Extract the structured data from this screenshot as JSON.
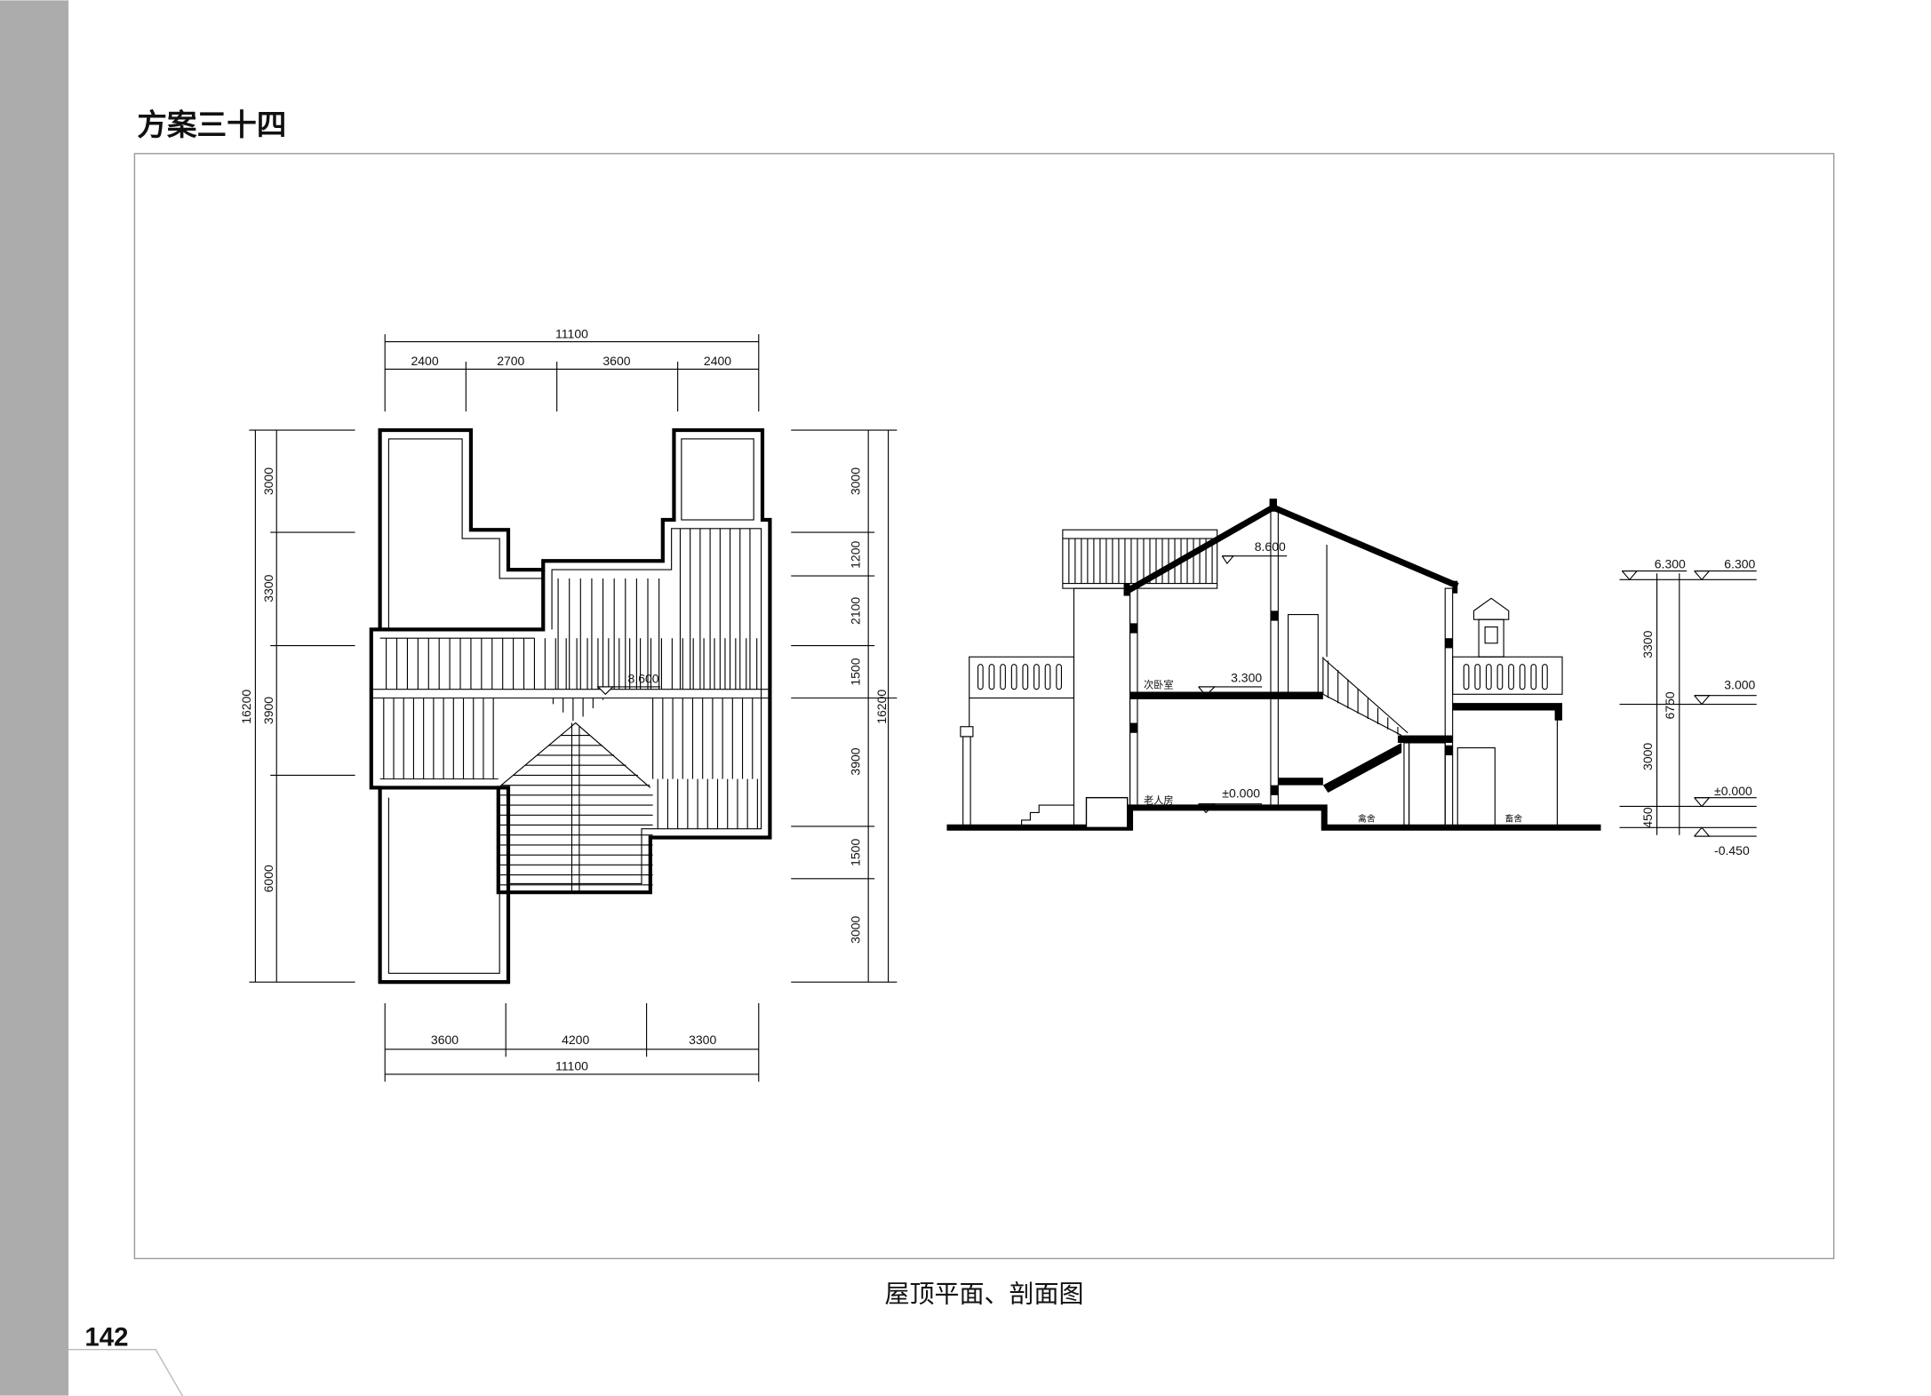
{
  "page": {
    "title": "方案三十四",
    "caption": "屋顶平面、剖面图",
    "page_number": "142",
    "side_bar_color": "#acacac"
  },
  "roof_plan": {
    "top_total": "11100",
    "top_segments": [
      "2400",
      "2700",
      "3600",
      "2400"
    ],
    "bottom_segments": [
      "3600",
      "4200",
      "3300"
    ],
    "bottom_total": "11100",
    "left_total": "16200",
    "left_segments": [
      "3000",
      "3300",
      "3900",
      "6000"
    ],
    "right_segments": [
      "3000",
      "1200",
      "2100",
      "1500",
      "3900",
      "1500",
      "3000"
    ],
    "right_total": "16200",
    "ridge_elevation": "8.600"
  },
  "section": {
    "elevations": {
      "roof": "8.600",
      "second_floor": "3.300",
      "ground_floor": "±0.000"
    },
    "rooms": {
      "upper": "次卧室",
      "lower": "老人房",
      "poultry": "禽舍",
      "livestock": "畜舍"
    },
    "levels": {
      "left_top": "6.300",
      "right_top": "6.300",
      "terrace": "3.000",
      "ground": "±0.000",
      "outdoor": "-0.450"
    },
    "dims": {
      "upper": "3300",
      "lower": "3000",
      "plinth": "450",
      "total": "6750"
    }
  }
}
